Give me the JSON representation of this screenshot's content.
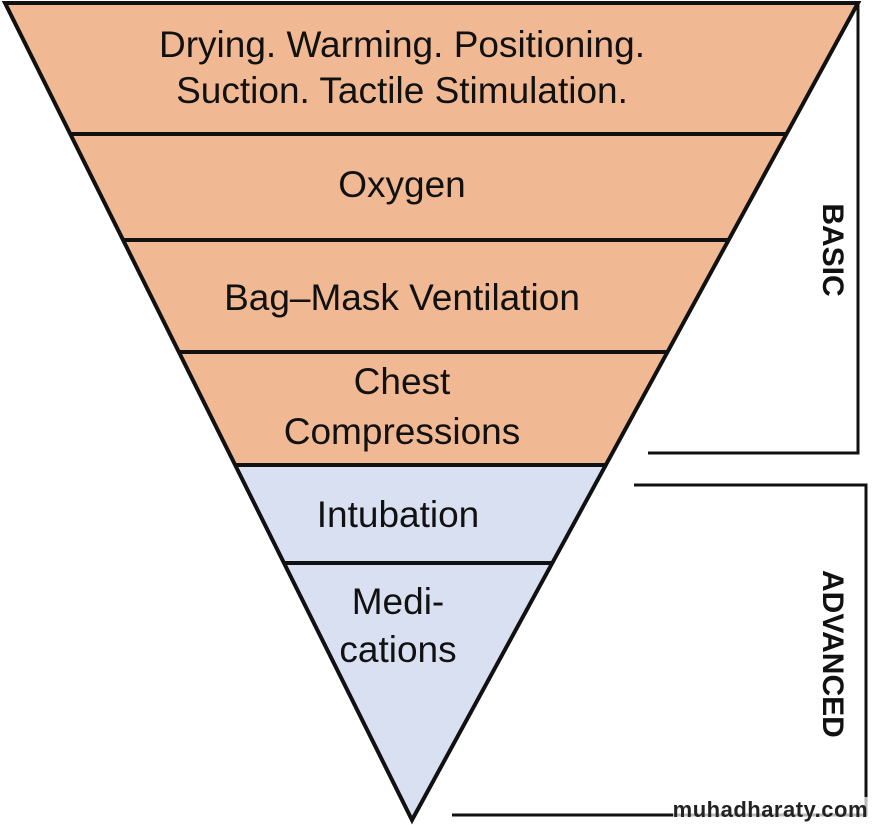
{
  "levels": [
    {
      "line1": "Drying. Warming. Positioning.",
      "line2": "Suction. Tactile Stimulation.",
      "group": "basic"
    },
    {
      "line1": "Oxygen",
      "group": "basic"
    },
    {
      "line1": "Bag–Mask Ventilation",
      "group": "basic"
    },
    {
      "line1": "Chest",
      "line2": "Compressions",
      "group": "basic"
    },
    {
      "line1": "Intubation",
      "group": "advanced"
    },
    {
      "line1": "Medi-",
      "line2": "cations",
      "group": "advanced"
    }
  ],
  "brackets": {
    "basic": "BASIC",
    "advanced": "ADVANCED"
  },
  "colors": {
    "basic": "#f0b893",
    "advanced": "#d9e0f2",
    "stroke": "#111111"
  },
  "watermark": "muhadharaty.com"
}
